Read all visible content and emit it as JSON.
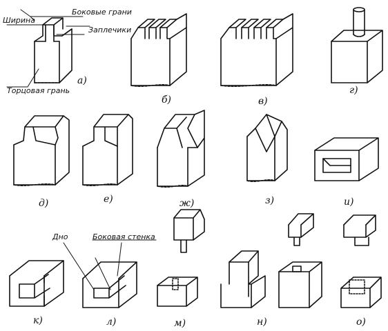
{
  "annotations": {
    "width": "Ширина",
    "side_faces": "Боковые грани",
    "shoulders": "Заплечики",
    "end_face": "Торцовая грань",
    "bottom": "Дно",
    "side_wall": "Боковая стенка"
  },
  "captions": [
    "а)",
    "б)",
    "в)",
    "г)",
    "д)",
    "е)",
    "ж)",
    "з)",
    "и)",
    "к)",
    "л)",
    "м)",
    "н)",
    "о)"
  ]
}
